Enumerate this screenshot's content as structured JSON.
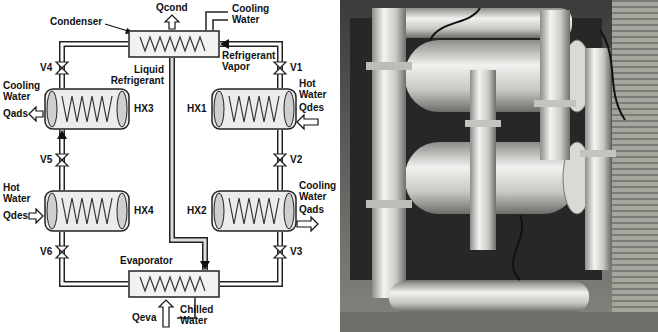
{
  "diagram": {
    "nodes": [
      {
        "text": [
          "Condenser"
        ]
      },
      {
        "text": [
          "HX3"
        ]
      },
      {
        "text": [
          "HX1"
        ]
      },
      {
        "text": [
          "HX4"
        ]
      },
      {
        "text": [
          "HX2"
        ]
      },
      {
        "text": [
          "Evaporator"
        ]
      }
    ],
    "edges": [
      {
        "from": 0,
        "to": 1,
        "arrow": "none"
      },
      {
        "from": 2,
        "to": 0,
        "arrow": "to"
      },
      {
        "from": 0,
        "to": 5,
        "arrow": "to"
      },
      {
        "from": 3,
        "to": 1,
        "arrow": "to"
      },
      {
        "from": 4,
        "to": 2,
        "arrow": "none"
      },
      {
        "from": 3,
        "to": 5,
        "arrow": "none"
      },
      {
        "from": 4,
        "to": 5,
        "arrow": "none"
      }
    ],
    "labels": [
      "Qcond",
      "Cooling Water",
      "Refrigerant Vapor",
      "V4",
      "Liquid Refrigerant",
      "V1",
      "Cooling Water",
      "Qads",
      "Hot Water",
      "Qdes",
      "V5",
      "V2",
      "Hot Water",
      "Qdes",
      "Cooling Water",
      "Qads",
      "V6",
      "V3",
      "Qeva",
      "Chilled Water"
    ]
  }
}
